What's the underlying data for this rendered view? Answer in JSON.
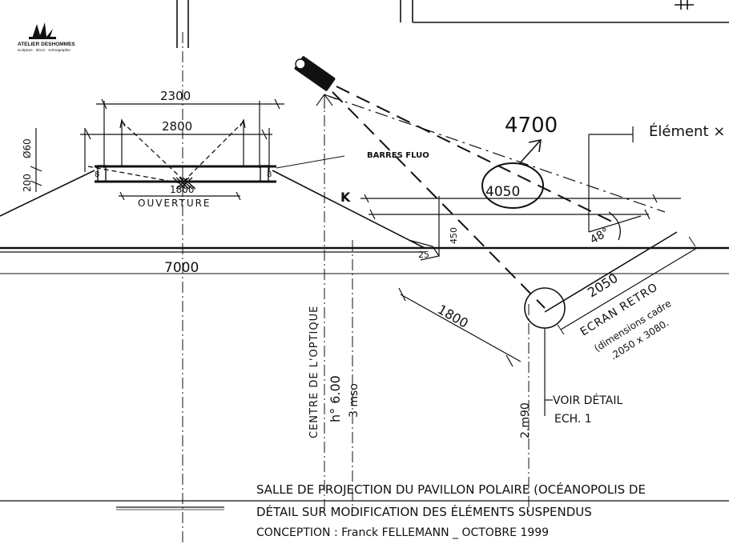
{
  "logo": {
    "name": "ATELIER DESHOMMES",
    "tagline": "sculpture · décor · scénographie"
  },
  "dimensions": {
    "d2300": "2300",
    "d2800": "2800",
    "d1800_top": "1800",
    "d7000": "7000",
    "d4700": "4700",
    "d4050": "4050",
    "d2050": "2050",
    "d1800_diag": "1800",
    "d450": "450",
    "d25": "25",
    "d200": "200",
    "d60": "Ø60",
    "d290": "2.m90",
    "d8": "8",
    "angle": "48°"
  },
  "labels": {
    "ouverture": "OUVERTURE",
    "barres": "BARRES FLUO",
    "element": "Élément ×",
    "k": "K",
    "ecran": "ECRAN RETRO",
    "ecran_dim1": "(dimensions cadre",
    "ecran_dim2": ".2050 x 3080.",
    "centre": "CENTRE DE L'OPTIQUE",
    "hauteur": "h° 6.00",
    "mesure": "3 mso",
    "voir_detail": "VOIR DÉTAIL",
    "ech": "ECH. 1"
  },
  "title_block": {
    "line1": "SALLE DE PROJECTION DU PAVILLON POLAIRE (OCÉANOPOLIS DE",
    "line2": "DÉTAIL SUR MODIFICATION DES ÉLÉMENTS SUSPENDUS",
    "line3": "CONCEPTION : Franck FELLEMANN _ OCTOBRE 1999"
  }
}
